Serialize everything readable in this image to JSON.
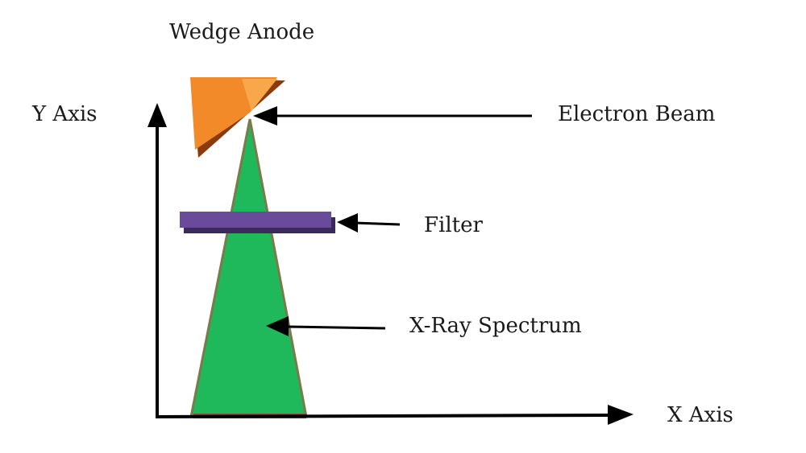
{
  "diagram": {
    "labels": {
      "wedge_anode": "Wedge Anode",
      "y_axis": "Y Axis",
      "electron_beam": "Electron Beam",
      "filter": "Filter",
      "xray_spectrum": "X-Ray Spectrum",
      "x_axis": "X Axis"
    },
    "colors": {
      "anode_fill": "#f28a2a",
      "anode_shadow": "#8a3a0c",
      "beam_fill": "#1fb85a",
      "beam_edge": "#7a7a4a",
      "filter_fill": "#6a4a9a",
      "filter_shadow": "#3a2a5a",
      "axis": "#000000",
      "base": "#8a4a3a"
    }
  }
}
